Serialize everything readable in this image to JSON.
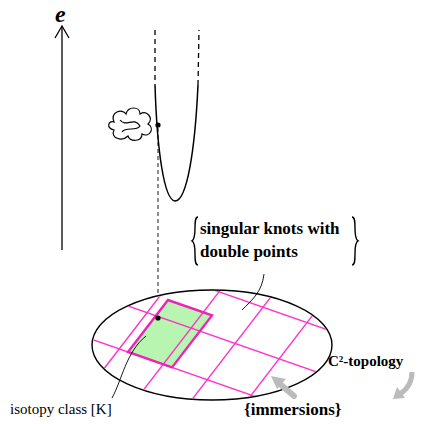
{
  "diagram": {
    "labels": [
      "e",
      "singular knots with double points",
      "isotopy class [K]",
      "{immersions}",
      "C²-topology"
    ]
  }
}
